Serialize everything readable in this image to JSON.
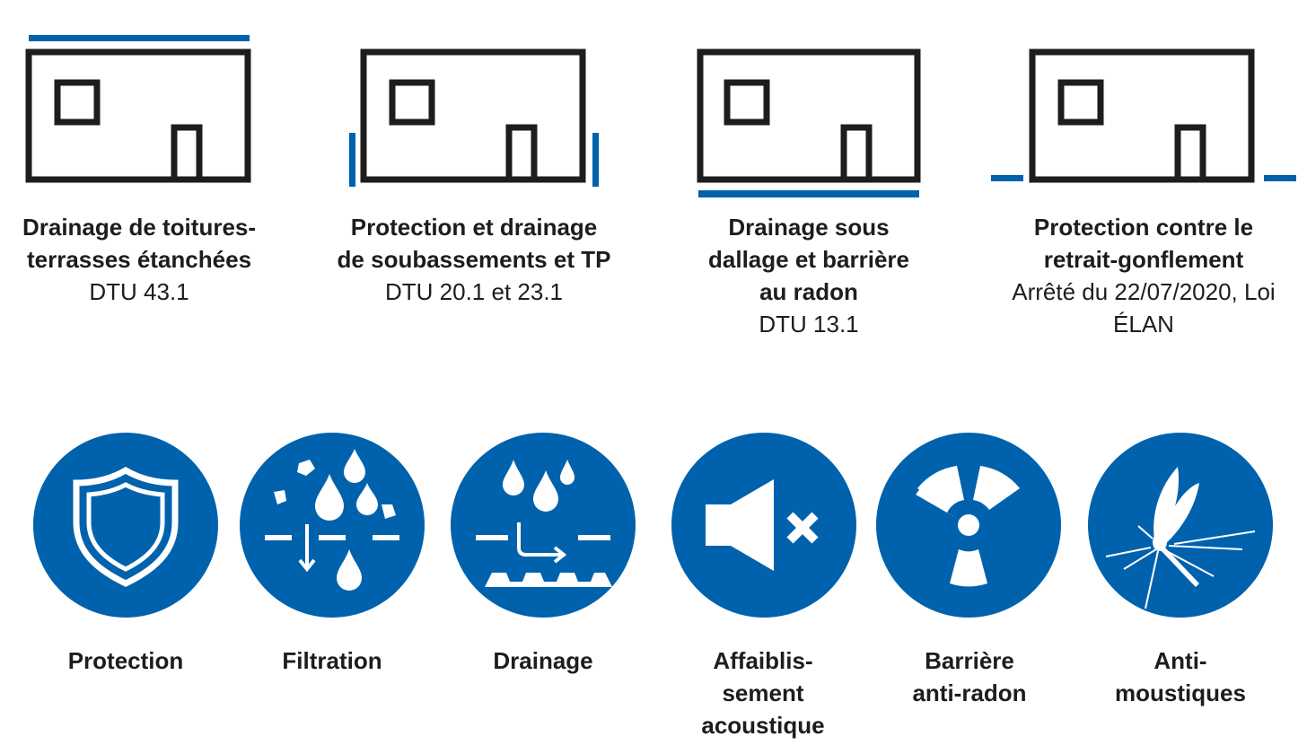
{
  "colors": {
    "accent": "#0062ad",
    "ink": "#1d1d1b",
    "icon_fg": "#ffffff"
  },
  "applications": [
    {
      "icon": "house-roof-icon",
      "title": "Drainage de toitures-terrasses étanchées",
      "norm": "DTU 43.1"
    },
    {
      "icon": "house-walls-icon",
      "title": "Protection et drainage de soubassements et TP",
      "norm": "DTU 20.1 et 23.1"
    },
    {
      "icon": "house-slab-icon",
      "title": "Drainage sous dallage et barrière au radon",
      "norm": "DTU 13.1"
    },
    {
      "icon": "house-ground-icon",
      "title": "Protection contre le retrait-gonflement",
      "norm": "Arrêté du 22/07/2020, Loi ÉLAN"
    }
  ],
  "functions": [
    {
      "icon": "shield-icon",
      "label": "Protection"
    },
    {
      "icon": "filtration-icon",
      "label": "Filtration"
    },
    {
      "icon": "drainage-icon",
      "label": "Drainage"
    },
    {
      "icon": "speaker-mute-icon",
      "label": "Affaiblis-\nsement\nacoustique"
    },
    {
      "icon": "radiation-icon",
      "label": "Barrière\nanti-radon"
    },
    {
      "icon": "mosquito-icon",
      "label": "Anti-\nmoustiques"
    }
  ]
}
